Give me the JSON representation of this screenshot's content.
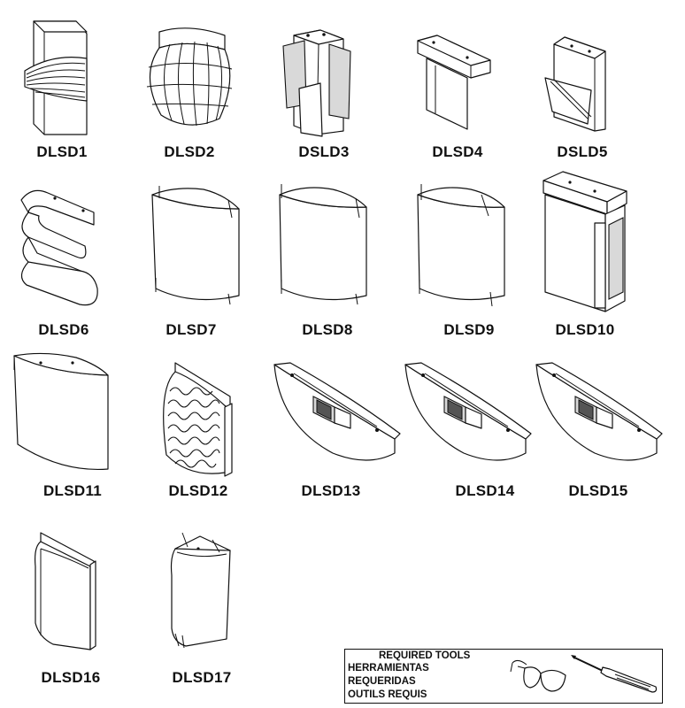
{
  "fixtures": [
    {
      "label": "DLSD1"
    },
    {
      "label": "DLSD2"
    },
    {
      "label": "DSLD3"
    },
    {
      "label": "DLSD4"
    },
    {
      "label": "DSLD5"
    },
    {
      "label": "DLSD6"
    },
    {
      "label": "DLSD7"
    },
    {
      "label": "DLSD8"
    },
    {
      "label": "DLSD9"
    },
    {
      "label": "DLSD10"
    },
    {
      "label": "DLSD11"
    },
    {
      "label": "DLSD12"
    },
    {
      "label": "DLSD13"
    },
    {
      "label": "DLSD14"
    },
    {
      "label": "DLSD15"
    },
    {
      "label": "DLSD16"
    },
    {
      "label": "DLSD17"
    }
  ],
  "tools_box": {
    "title": "REQUIRED TOOLS",
    "line2": "HERRAMIENTAS",
    "line3": "REQUERIDAS",
    "line4": "OUTILS  REQUIS",
    "icons": [
      "safety-glasses-icon",
      "screwdriver-icon"
    ]
  }
}
